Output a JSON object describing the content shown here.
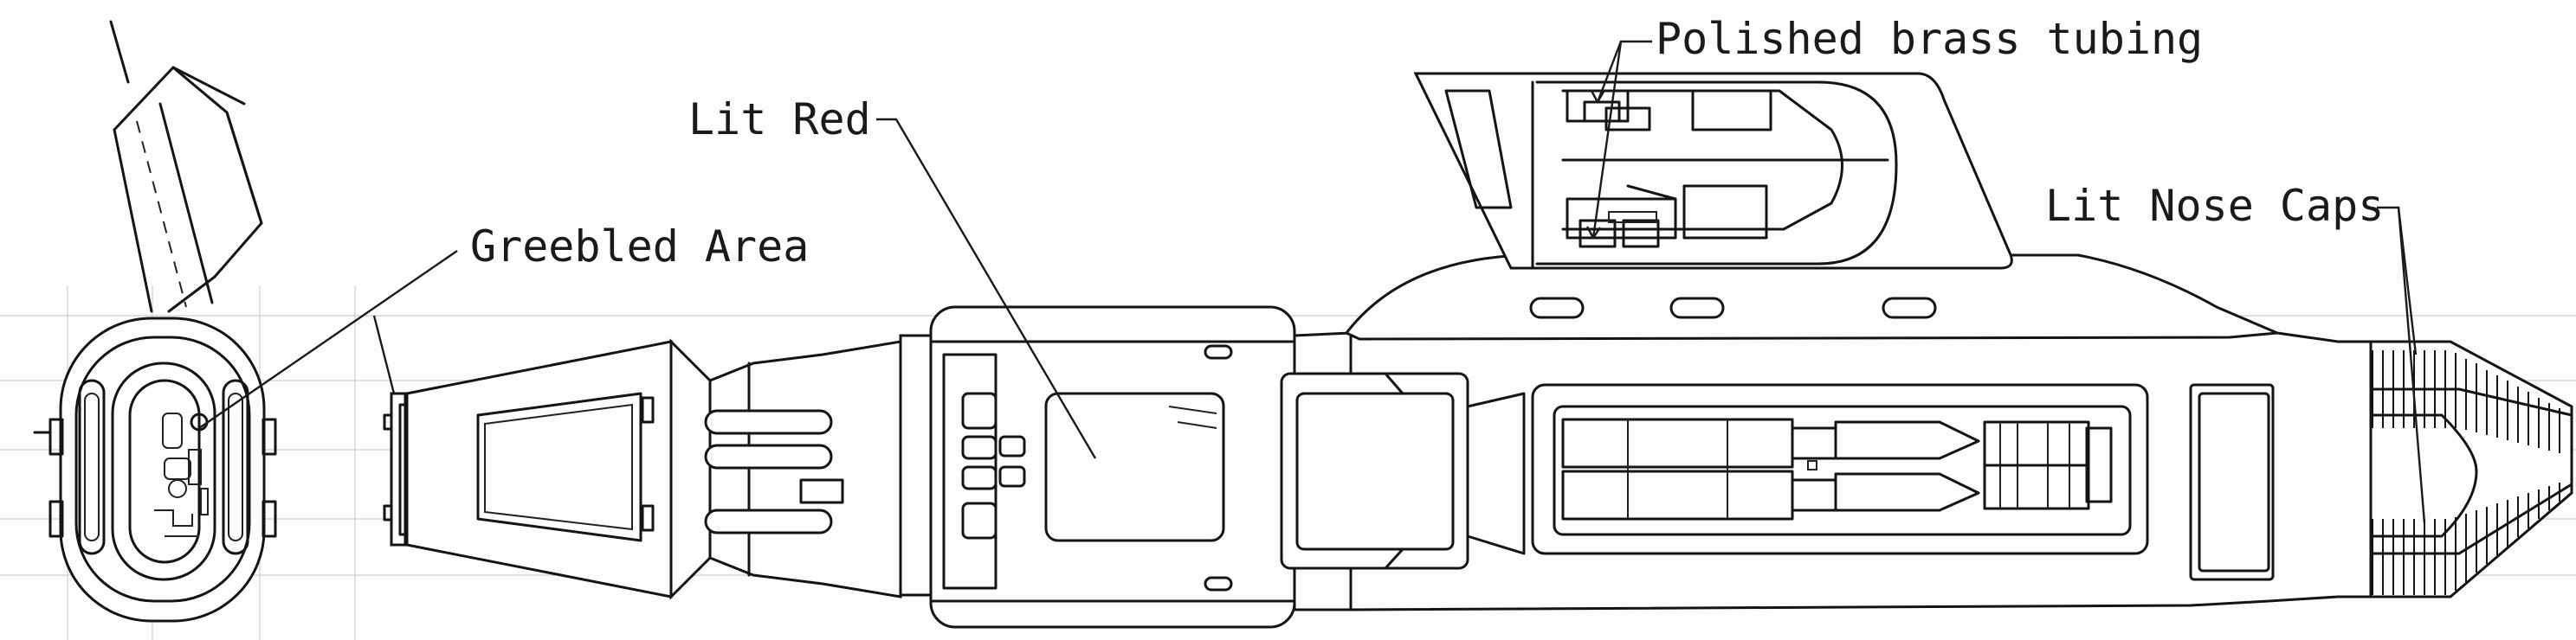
{
  "labels": {
    "greebled_area": "Greebled Area",
    "lit_red": "Lit Red",
    "polished_brass_tubing": "Polished brass tubing",
    "lit_nose_caps": "Lit Nose Caps"
  },
  "colors": {
    "ink": "#141414",
    "paper": "#fdfdfb",
    "grid": "#cfcfcf"
  }
}
